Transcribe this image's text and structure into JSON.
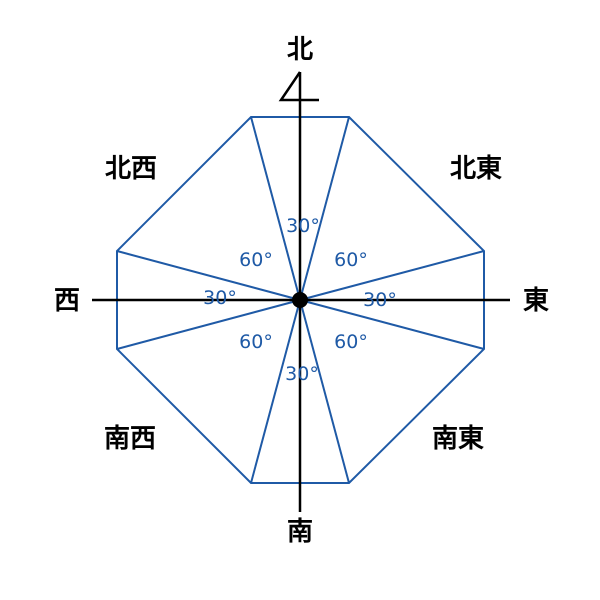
{
  "colors": {
    "octagon": "#1f5aa6",
    "angle_text": "#1f5aa6",
    "axis": "#000000"
  },
  "directions": {
    "north": "北",
    "south": "南",
    "east": "東",
    "west": "西",
    "northeast": "北東",
    "northwest": "北西",
    "southeast": "南東",
    "southwest": "南西"
  },
  "angles": {
    "north": "30°",
    "south": "30°",
    "east": "30°",
    "west": "30°",
    "upper_left": "60°",
    "upper_right": "60°",
    "lower_left": "60°",
    "lower_right": "60°"
  },
  "north_marker_icon": "north-flag-icon",
  "center_marker_icon": "center-dot-icon"
}
